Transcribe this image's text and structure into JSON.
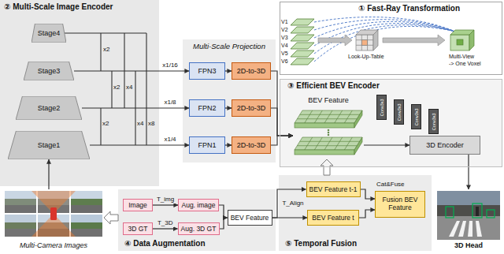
{
  "diagram": {
    "nodes": [
      {
        "text": [
          "② Multi-Scale Image Encoder"
        ]
      },
      {
        "text": [
          "Stage4"
        ],
        "in": 0
      },
      {
        "text": [
          "Stage3"
        ],
        "in": 0
      },
      {
        "text": [
          "Stage2"
        ],
        "in": 0
      },
      {
        "text": [
          "Stage1"
        ],
        "in": 0
      },
      {
        "text": [
          "Multi-Scale Projection"
        ]
      },
      {
        "text": [
          "FPN3"
        ],
        "in": 5
      },
      {
        "text": [
          "2D-to-3D"
        ],
        "in": 5
      },
      {
        "text": [
          "FPN2"
        ],
        "in": 5
      },
      {
        "text": [
          "2D-to-3D"
        ],
        "in": 5
      },
      {
        "text": [
          "FPN1"
        ],
        "in": 5
      },
      {
        "text": [
          "2D-to-3D"
        ],
        "in": 5
      },
      {
        "text": [
          "① Fast-Ray Transformation"
        ]
      },
      {
        "text": [
          "③ Efficient BEV Encoder"
        ]
      },
      {
        "text": [
          "BEV Feature"
        ],
        "in": 13
      },
      {
        "text": [
          "3D Encoder"
        ],
        "in": 13
      },
      {
        "text": [
          "Conv3x3"
        ],
        "in": 13
      },
      {
        "text": [
          "Conv3x3"
        ],
        "in": 13
      },
      {
        "text": [
          "Conv3x3"
        ],
        "in": 13
      },
      {
        "text": [
          "Conv3x3"
        ],
        "in": 13
      },
      {
        "text": [
          "④ Data Augmentation"
        ]
      },
      {
        "text": [
          "Image"
        ],
        "in": 20
      },
      {
        "text": [
          "Aug. image"
        ],
        "in": 20
      },
      {
        "text": [
          "3D GT"
        ],
        "in": 20
      },
      {
        "text": [
          "Aug. 3D GT"
        ],
        "in": 20
      },
      {
        "text": [
          "BEV Feature"
        ],
        "in": 20
      },
      {
        "text": [
          "⑤ Temporal Fusion"
        ]
      },
      {
        "text": [
          "BEV Feature t-1"
        ],
        "in": 26
      },
      {
        "text": [
          "BEV Feature t"
        ],
        "in": 26
      },
      {
        "text": [
          "Fusion BEV Feature"
        ],
        "in": 26
      },
      {
        "text": [
          "Multi-Camera Images"
        ]
      },
      {
        "text": [
          "3D Head"
        ]
      }
    ],
    "edges": [
      {
        "from": 30,
        "to": 4,
        "arrow": "to"
      },
      {
        "from": 2,
        "to": 6,
        "label": "x1/16",
        "arrow": "to"
      },
      {
        "from": 3,
        "to": 8,
        "label": "x1/8",
        "arrow": "to"
      },
      {
        "from": 4,
        "to": 10,
        "label": "x1/4",
        "arrow": "to"
      },
      {
        "from": 6,
        "to": 7,
        "arrow": "to"
      },
      {
        "from": 8,
        "to": 9,
        "arrow": "to"
      },
      {
        "from": 10,
        "to": 11,
        "arrow": "to"
      },
      {
        "from": 7,
        "to": 14,
        "arrow": "to"
      },
      {
        "from": 9,
        "to": 14,
        "arrow": "to"
      },
      {
        "from": 11,
        "to": 14,
        "arrow": "to"
      },
      {
        "from": 14,
        "to": 15,
        "arrow": "to"
      },
      {
        "from": 15,
        "to": 31,
        "arrow": "to"
      },
      {
        "from": 21,
        "to": 22,
        "label": "T_img",
        "arrow": "to"
      },
      {
        "from": 23,
        "to": 24,
        "label": "T_3D",
        "arrow": "to"
      },
      {
        "from": 22,
        "to": 25,
        "arrow": "to"
      },
      {
        "from": 24,
        "to": 25,
        "arrow": "to"
      },
      {
        "from": 25,
        "to": 27,
        "label": "T_Align",
        "arrow": "to"
      },
      {
        "from": 25,
        "to": 28,
        "arrow": "to"
      },
      {
        "from": 27,
        "to": 29,
        "arrow": "to"
      },
      {
        "from": 28,
        "to": 29,
        "arrow": "to"
      },
      {
        "from": 26,
        "to": 14,
        "arrow": "to"
      },
      {
        "from": 20,
        "to": 30,
        "arrow": "to"
      }
    ],
    "labels": [
      "x2",
      "x2",
      "x4",
      "x2",
      "x4",
      "x8",
      "V1",
      "V2",
      "V3",
      "V4",
      "V5",
      "V6",
      "Look-Up-Table",
      "Multi-View",
      "-> One Voxel",
      "Cat&Fuse"
    ]
  }
}
